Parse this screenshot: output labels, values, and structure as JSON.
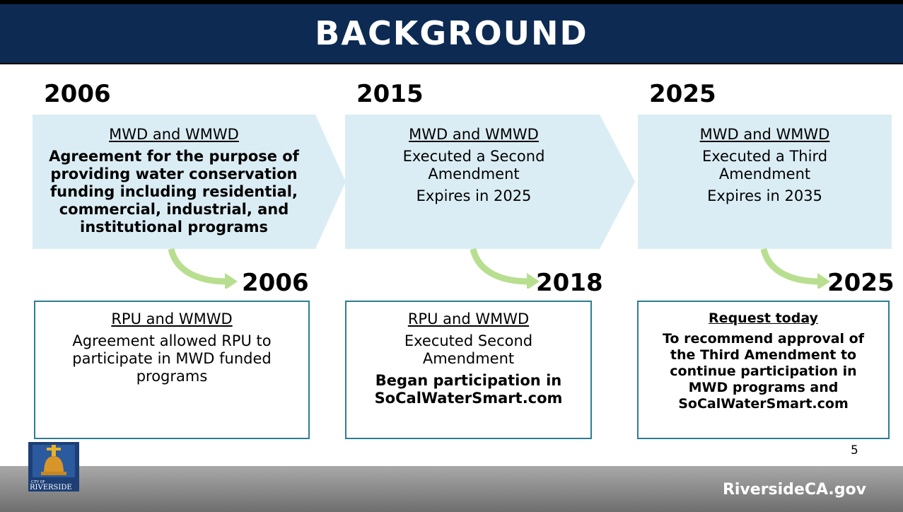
{
  "title": "BACKGROUND",
  "top_years": [
    "2006",
    "2015",
    "2025"
  ],
  "top_boxes": [
    {
      "heading": "MWD and WMWD",
      "lines": [
        "Agreement for the purpose of",
        "providing water conservation",
        "funding including residential,",
        "commercial, industrial, and",
        "institutional programs"
      ]
    },
    {
      "heading": "MWD and WMWD",
      "lines": [
        "Executed a Second",
        "Amendment"
      ],
      "extra": "Expires in 2025"
    },
    {
      "heading": "MWD and WMWD",
      "lines": [
        "Executed a Third",
        "Amendment"
      ],
      "extra": "Expires in 2035"
    }
  ],
  "bottom_years": [
    "2006",
    "2018",
    "2025"
  ],
  "bottom_boxes": [
    {
      "heading": "RPU and WMWD",
      "lines": [
        "Agreement allowed RPU to",
        "participate in MWD funded",
        "programs"
      ]
    },
    {
      "heading": "RPU and WMWD",
      "lines": [
        "Executed Second",
        "Amendment"
      ],
      "bold_lines": [
        "Began participation in",
        "SoCalWaterSmart.com"
      ]
    },
    {
      "heading": "Request today",
      "bold_lines": [
        "To recommend approval of",
        "the Third Amendment to",
        "continue participation in",
        "MWD programs and",
        "SoCalWaterSmart.com"
      ]
    }
  ],
  "page_number": "5",
  "footer_url": "RiversideCA.gov",
  "logo": {
    "text_small": "CITY OF",
    "text_large": "RIVERSIDE"
  },
  "colors": {
    "header": "#0d2a52",
    "chevron_fill": "#dbedf4",
    "box_border": "#2d7e93",
    "arrow": "#b7df8f"
  }
}
